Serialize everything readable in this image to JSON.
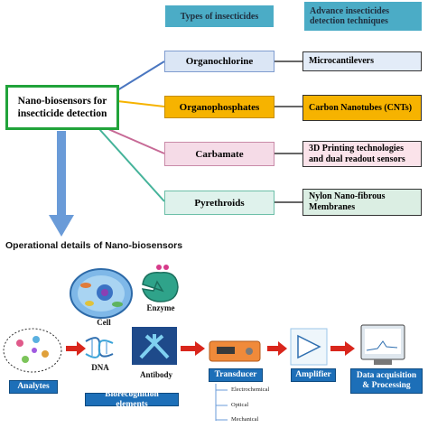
{
  "headers": {
    "types": "Types of insecticides",
    "techniques": "Advance insecticides detection techniques"
  },
  "main_box": "Nano-biosensors for insecticide detection",
  "insecticide_types": [
    {
      "label": "Organochlorine",
      "technique": "Microcantilevers",
      "color": "#dbe6f5",
      "border": "#7f9ccf",
      "link": "#4a76c0"
    },
    {
      "label": "Organophosphates",
      "technique": "Carbon Nanotubes (CNTs)",
      "color": "#f6b300",
      "border": "#c58e00",
      "link": "#f6b300"
    },
    {
      "label": "Carbamate",
      "technique": "3D Printing technologies and dual readout sensors",
      "color": "#f5dbe7",
      "border": "#c98aa8",
      "link": "#c76a96"
    },
    {
      "label": "Pyrethroids",
      "technique": "Nylon Nano-fibrous Membranes",
      "color": "#dff2ec",
      "border": "#6cbfa8",
      "link": "#45b39a"
    }
  ],
  "technique_colors": [
    "#e3ecf8",
    "#f6b300",
    "#fbe3ea",
    "#dbeee3"
  ],
  "operational_title": "Operational details of Nano-biosensors",
  "bioreceptors": {
    "cell": "Cell",
    "enzyme": "Enzyme",
    "dna": "DNA",
    "antibody": "Antibody"
  },
  "stages": {
    "analytes": "Analytes",
    "biorecognition": "Biorecognition elements",
    "transducer": "Transducer",
    "amplifier": "Amplifier",
    "data": "Data acquisition & Processing"
  },
  "transducer_types": [
    "Electrochemical",
    "Optical",
    "Mechanical"
  ],
  "colors": {
    "header_bg": "#4bacc6",
    "main_border": "#21a33a",
    "stage_bg": "#1d6fb8",
    "arrow_red": "#d9261c",
    "down_arrow": "#6a9bd8"
  }
}
